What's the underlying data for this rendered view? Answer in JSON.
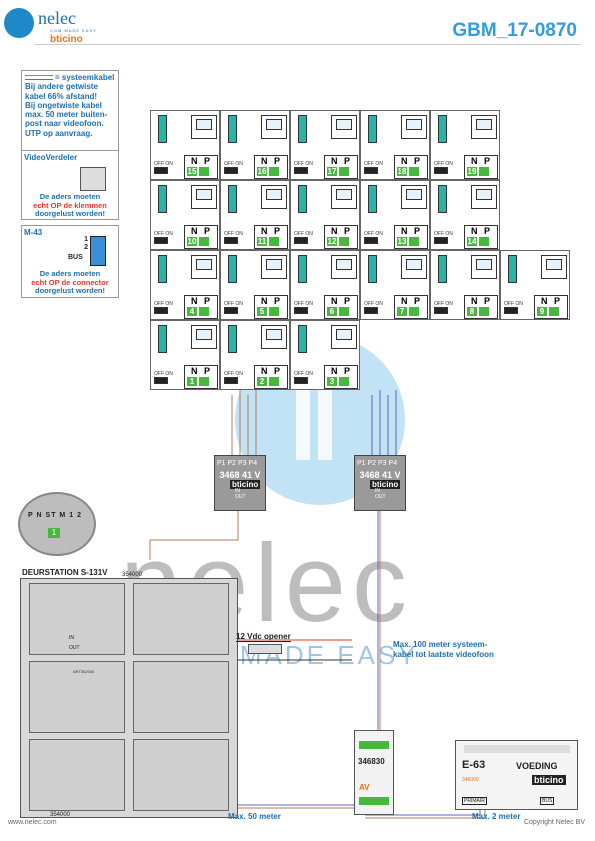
{
  "header": {
    "brand": "nelec",
    "brand_tag": "COM MADE EASY",
    "partner": "bticino",
    "doc_id": "GBM_17-0870"
  },
  "legend": {
    "systeemkabel": "= systeemkabel",
    "lines": [
      "Bij andere getwiste",
      "kabel 66% afstand!",
      "Bij ongetwiste kabel",
      "max. 50 meter buiten-",
      "post naar videofoon.",
      "UTP op aanvraag."
    ]
  },
  "videoverdeler": {
    "title": "VideoVerdeler",
    "note1": "De aders moeten",
    "note2": "echt OP de klemmen",
    "note3": "doorgelust worden!"
  },
  "m43": {
    "title": "M-43",
    "t1": "1",
    "t2": "2",
    "t3": "BUS",
    "note1": "De aders moeten",
    "note2": "echt OP de connector",
    "note3": "doorgelust worden!"
  },
  "videophone": {
    "n": "N",
    "p": "P",
    "offon": "OFF ON",
    "units": [
      "15",
      "16",
      "17",
      "18",
      "19",
      "10",
      "11",
      "12",
      "13",
      "14",
      "4",
      "5",
      "6",
      "7",
      "8",
      "9",
      "1",
      "2",
      "3"
    ]
  },
  "distributor": {
    "ports": "P1 P2 P3 P4",
    "model": "3468 41",
    "vv": "V V",
    "brand": "bticino",
    "in": "IN",
    "out": "OUT"
  },
  "zoom_panel": {
    "labels": [
      "P",
      "N",
      "S",
      "T",
      "M",
      "1",
      "2"
    ],
    "digit": "1"
  },
  "doorstation": {
    "title": "DEURSTATION S-131V",
    "code_top": "354000",
    "code_bottom": "354000",
    "module_code": "ART352000",
    "in": "IN",
    "out": "OUT"
  },
  "opener": {
    "label": "12 Vdc opener"
  },
  "annotations": {
    "max100_line1": "Max. 100 meter systeem-",
    "max100_line2": "kabel tot laatste videofoon",
    "max50": "Max. 50 meter",
    "max2": "Max. 2 meter"
  },
  "module346": {
    "model": "346830",
    "av": "AV"
  },
  "psu": {
    "model": "E-63",
    "label": "VOEDING",
    "brand": "bticino",
    "code": "346000",
    "primair": "PRIMAIR",
    "bus": "BUS"
  },
  "footer": {
    "url": "www.nelec.com",
    "copyright": "Copyright Nelec BV"
  },
  "colors": {
    "accent": "#2f9de0",
    "brand_blue": "#1e6fae",
    "terminal": "#2ab3a8",
    "green": "#46b83e",
    "red": "#e23a2a",
    "bticino_orange": "#e8731a"
  }
}
